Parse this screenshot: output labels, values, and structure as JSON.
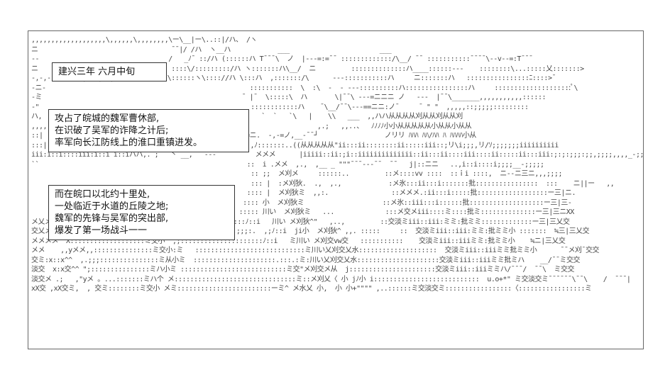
{
  "art_lines": [
    ",,,,,,,,,,,,,,,,,,,\\,,,,,,\\,,,,,,,,\\ー\\__|ー\\..::|/ハ、 /ヽ",
    "ニ                                  ¯¯|/ /ハ  ヽ__ハ            ___                       ___",
    "--                                 /   _ﾉ¯ ::/ハ (::::::ハ T¯¯¯\\  ノ  |---=:=¯¯ :::::::::::::/\\__/ ¯¯ :::::::::::¯¯¯¯\\--v--=:T¯¯¯",
    "ニ                                  ::::\\/:::::::::/ハ ヽ:::::::ハ\\__/  ニ         ::::::::::::::ハ____::::::---    ::::::::\\...:::::乂:::::::>",
    "-,-,-,,,,,,,\\|:::|::|¯¯  -=ニ,,,,::\\::::::ヽ\\:::://ハ \\:::ハ  ,:::::::/\\      ---:::::::::::ハ     ニ:::::::ハ   ::::::::::::::::ﾆ::::>¯",
    "-ニ-                                                    :::::::::::  \\  :\\  -  - ---::::::::::ハ::::::::::::::::ハ     ::::::::::::::::::::ﾟ\\",
    "-ミ                                                   ¯ |¯  \\:::::\\  ハ       \\|¯¯\\ ---=ニニニ ノ   ---  |¯¯\\_______,,,,,,,,,,,::::::",
    "-\"                                                      ::::::::::::ハ    ¯\\__/¯¯\\---==ニニ:ノ¯     ¯ \" \"  ,,,,,::;;;;;:::::::::",
    "ハ,                                                        `  `   `\\   |    \\\\   ___  ,,ハハ从从从从刈从从刈从从刈",
    ",,,,:i                                                                   ,.;   ,,..、  ﾉﾉﾉﾉ小小从从从从从小从从小从从",
    "::|                                                  ー=ニ.  -,-=ノ,__-¯¯┘                 ノリリ ﾊﾊﾊ ﾊﾊ/ﾊﾊ ﾊ ﾊﾊﾊﾊ小从",
    ":::|                                       ニニメ乂  ,.,.,ﾉ:::::::..((从从从从从\"ii:::ii::::::::ii:::::iii::;リ\\i;;;,リ/ｿ;;;;;;;iiiiiiiiii",
    "iii:i::i::::iii:i::i i::iハハ,. ; ` 丶 __,   ---¯¯        メメメ      |iiiii::ii:;i::iiiiiiiiiiiiii::ii:::ii::::iii::::ii:::::ii:::iii:;:;:;;;:;;,;;;;,,,,_-;;;;;;;",
    "``                                                     ::  i .メメ  ,.,  ,__ _ \"\"\"¯¯¯---¯¯  ¯¯   j|::ニニ   ..,i::i::::i;;;;__-;;;;;",
    "                                                        :: ;;  メ刈メ     ::::::..         ::メ::::vv ::::  ::ｉi ::::,  ニ--ニ三ニ,,,;;;;",
    "                                                        ::: |  :メ刈狄.  .,  ,.,            :メ氷:::ii:::i:::::::批::::::::::::::::  :::    ニ||ー   ,,",
    "                                                       :::: |  メ刈狄ミ  ,,:.                ::メメメ.:ii:::i:::::批::::::::::::::::::ー三|ニ.",
    "                                                      :::: 小  メ刈狄ミ                    ::メ氷::iii:::i::::::批:::::::::::::::::::ー三|三-",
    "                                                     ::::: 川い  メ刈狄ミ   ...             :::メ交メiii::::ミ::::批ミ::::::::::::::ー三|三ニXX",
    "メ乂メメ乂^X/////::::::::::::::::::::::.;;;;;:::  ::::::ﾉ::i   川い メ刈狄^\"   ,..,         ::交淡ミiii::iii:ミミ:批ミミ:::::::::::::ー三|三乂交",
    "交乂メ.;::::::::::::::::::::.:ミ交ミ/         ,:::;;:;;;;:.  ,;ﾉ::i  ji小  メ刈狄^ ,,. :::::     ::  交淡ミiii::iii:ミミ:批ミミ小 :::::::  ≒三|三乂交",
    "メメメメ^^X:::::::::::::::::::ミ交小  ,;:::::::::::::::::::::ﾉ::i   ミ川い メ刈交vw交   :::::::::::    交淡ミiii::iiiミミ:批ミミ小    ≒ニ|三乂交",
    "メメ    ,,yメメ,,:::::::::::::::ミ交小:ミ   ::::::::::::::::::::::::::::ミ川い乂刈交乂水::::::::::::::::::::  交淡ミiii::iiiミミ批ミミ小      ¯¯メ刈¯交交",
    "交ミ:x::x^^  ,.;;;:::::::::::::::ミ从小ミ  :::::::::::::::::::::.:::.:ミ:川い乂刈交乂水:::::::::::::::::::::交淡ミiii::iiiミミ批ミハ    __/¯¯ミ交交",
    "淡交  x:x交^^ \";:::::::::::::::ミハ小ミ :::::::::::::::::::::::::::ミ交\"メ刈交メ从  j::::::::::::::::::::::交淡ミiii::iiiミミハ/¯¯¯/  ¯¯\\  ミ交交",
    "淡交メ .;   ,\"yメ 。...:::::::ミハ个 メ:::::::::::::::::::::::::::::::ミ::メ刈乂〈 小 jﾉ小 i:::::::::::::::::::::::::::  u.o+*\" ミ交淡交ミ¯¯¯¯¯¯\\¯¯\\    /  ¯¯¯|",
    "xX交 ,xX交ミ,  , 交ミ::::::::ミ交小 メミ::::::::::::::::::::::::ーミ^ メ水乂 小,  小 小+\"\"\"\" ,..::::::ミ交淡交ミ:::::::::::::::::〈:::::::::::::::::ミ"
  ],
  "caption_date": "建兴三年 六月中旬",
  "caption_block1": [
    "攻占了皖城的魏军曹休部,",
    "在识破了吴军的诈降之计后;",
    "率军向长江防线上的淮口重镇进发。"
  ],
  "caption_block2": [
    "而在皖口以北约十里处,",
    "一处临近于水道的丘陵之地;",
    "魏军的先锋与吴军的突出部,",
    "爆发了第一场战斗一一"
  ]
}
